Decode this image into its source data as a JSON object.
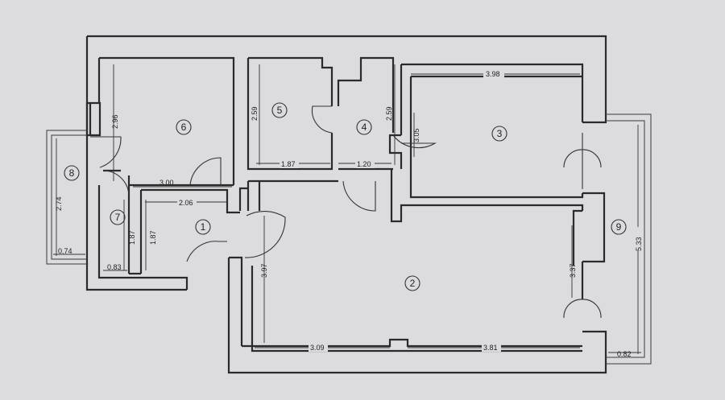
{
  "rooms": [
    {
      "number": "1"
    },
    {
      "number": "2"
    },
    {
      "number": "3"
    },
    {
      "number": "4"
    },
    {
      "number": "5"
    },
    {
      "number": "6"
    },
    {
      "number": "7"
    },
    {
      "number": "8"
    },
    {
      "number": "9"
    }
  ],
  "dimensions": {
    "room3_width": "3.98",
    "room6_height": "2.96",
    "room5_height": "2.59",
    "room4_height": "2.59",
    "room3_door": "3.05",
    "room5_width": "1.87",
    "room4_width": "1.20",
    "room6_width": "3.00",
    "room1_width": "2.06",
    "room8_height": "2.74",
    "room8_width": "0.74",
    "room7_height": "1.87",
    "room1_height": "1.87",
    "room7_width": "0.83",
    "room2_height": "3.97",
    "room2_right_height": "3.37",
    "room9_height": "5.33",
    "room2_width_left": "3.09",
    "room2_width_right": "3.81",
    "room9_width": "0.82"
  }
}
